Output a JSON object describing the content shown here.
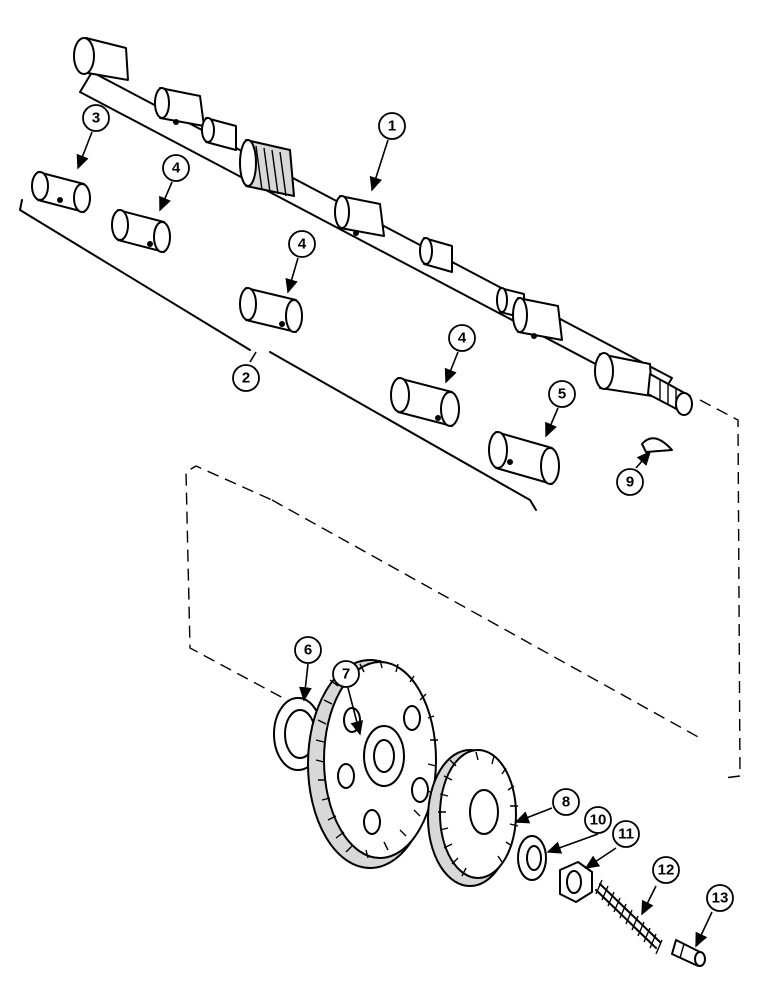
{
  "callouts": [
    {
      "id": "c1",
      "label": "1"
    },
    {
      "id": "c2",
      "label": "2"
    },
    {
      "id": "c3",
      "label": "3"
    },
    {
      "id": "c4a",
      "label": "4"
    },
    {
      "id": "c4b",
      "label": "4"
    },
    {
      "id": "c4c",
      "label": "4"
    },
    {
      "id": "c5",
      "label": "5"
    },
    {
      "id": "c6",
      "label": "6"
    },
    {
      "id": "c7",
      "label": "7"
    },
    {
      "id": "c8",
      "label": "8"
    },
    {
      "id": "c9",
      "label": "9"
    },
    {
      "id": "c10",
      "label": "10"
    },
    {
      "id": "c11",
      "label": "11"
    },
    {
      "id": "c12",
      "label": "12"
    },
    {
      "id": "c13",
      "label": "13"
    }
  ]
}
